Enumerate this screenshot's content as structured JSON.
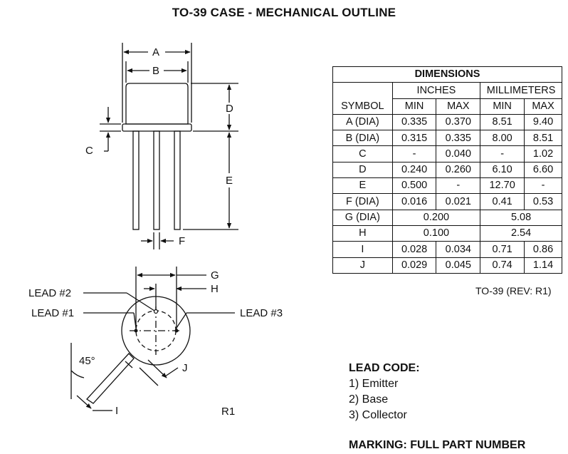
{
  "title": "TO-39 CASE - MECHANICAL OUTLINE",
  "drawing_labels": {
    "A": "A",
    "B": "B",
    "C": "C",
    "D": "D",
    "E": "E",
    "F": "F",
    "G": "G",
    "H": "H",
    "I": "I",
    "J": "J",
    "angle": "45°",
    "lead1": "LEAD #1",
    "lead2": "LEAD #2",
    "lead3": "LEAD #3",
    "rev": "R1"
  },
  "table": {
    "header": "DIMENSIONS",
    "inches": "INCHES",
    "millimeters": "MILLIMETERS",
    "symbol": "SYMBOL",
    "min": "MIN",
    "max": "MAX",
    "rows": [
      {
        "symbol": "A (DIA)",
        "in_min": "0.335",
        "in_max": "0.370",
        "mm_min": "8.51",
        "mm_max": "9.40"
      },
      {
        "symbol": "B (DIA)",
        "in_min": "0.315",
        "in_max": "0.335",
        "mm_min": "8.00",
        "mm_max": "8.51"
      },
      {
        "symbol": "C",
        "in_min": "-",
        "in_max": "0.040",
        "mm_min": "-",
        "mm_max": "1.02"
      },
      {
        "symbol": "D",
        "in_min": "0.240",
        "in_max": "0.260",
        "mm_min": "6.10",
        "mm_max": "6.60"
      },
      {
        "symbol": "E",
        "in_min": "0.500",
        "in_max": "-",
        "mm_min": "12.70",
        "mm_max": "-"
      },
      {
        "symbol": "F (DIA)",
        "in_min": "0.016",
        "in_max": "0.021",
        "mm_min": "0.41",
        "mm_max": "0.53"
      },
      {
        "symbol": "G (DIA)",
        "in_nom": "0.200",
        "mm_nom": "5.08"
      },
      {
        "symbol": "H",
        "in_nom": "0.100",
        "mm_nom": "2.54"
      },
      {
        "symbol": "I",
        "in_min": "0.028",
        "in_max": "0.034",
        "mm_min": "0.71",
        "mm_max": "0.86"
      },
      {
        "symbol": "J",
        "in_min": "0.029",
        "in_max": "0.045",
        "mm_min": "0.74",
        "mm_max": "1.14"
      }
    ],
    "revision": "TO-39 (REV: R1)"
  },
  "lead_code": {
    "heading": "LEAD CODE:",
    "items": [
      "1) Emitter",
      "2) Base",
      "3) Collector"
    ]
  },
  "marking": "MARKING: FULL PART NUMBER"
}
